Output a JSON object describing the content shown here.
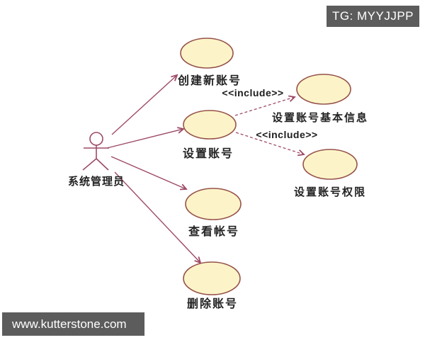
{
  "overlays": {
    "top_badge": "TG: MYYJJPP",
    "bottom_badge": "www.kutterstone.com"
  },
  "colors": {
    "ellipse_fill": "#fcf4c8",
    "ellipse_stroke": "#96524a",
    "line_color": "#9e4a66",
    "label_text": "#232323",
    "watermark_bg": "#5c5c5c",
    "watermark_text": "#ffffff",
    "background": "#ffffff"
  },
  "diagram": {
    "type": "uml-use-case",
    "actor": {
      "name": "系统管理员"
    },
    "use_cases": [
      {
        "name": "创建新账号"
      },
      {
        "name": "设置账号"
      },
      {
        "name": "设置账号基本信息"
      },
      {
        "name": "设置账号权限"
      },
      {
        "name": "查看帐号"
      },
      {
        "name": "删除账号"
      }
    ],
    "associations": [
      {
        "from": "系统管理员",
        "to": "创建新账号",
        "style": "solid-arrow"
      },
      {
        "from": "系统管理员",
        "to": "设置账号",
        "style": "solid-arrow"
      },
      {
        "from": "系统管理员",
        "to": "查看帐号",
        "style": "solid-arrow"
      },
      {
        "from": "系统管理员",
        "to": "删除账号",
        "style": "solid-arrow"
      }
    ],
    "includes": [
      {
        "from": "设置账号",
        "to": "设置账号基本信息",
        "label": "<<include>>",
        "style": "dashed-arrow"
      },
      {
        "from": "设置账号",
        "to": "设置账号权限",
        "label": "<<include>>",
        "style": "dashed-arrow"
      }
    ]
  }
}
